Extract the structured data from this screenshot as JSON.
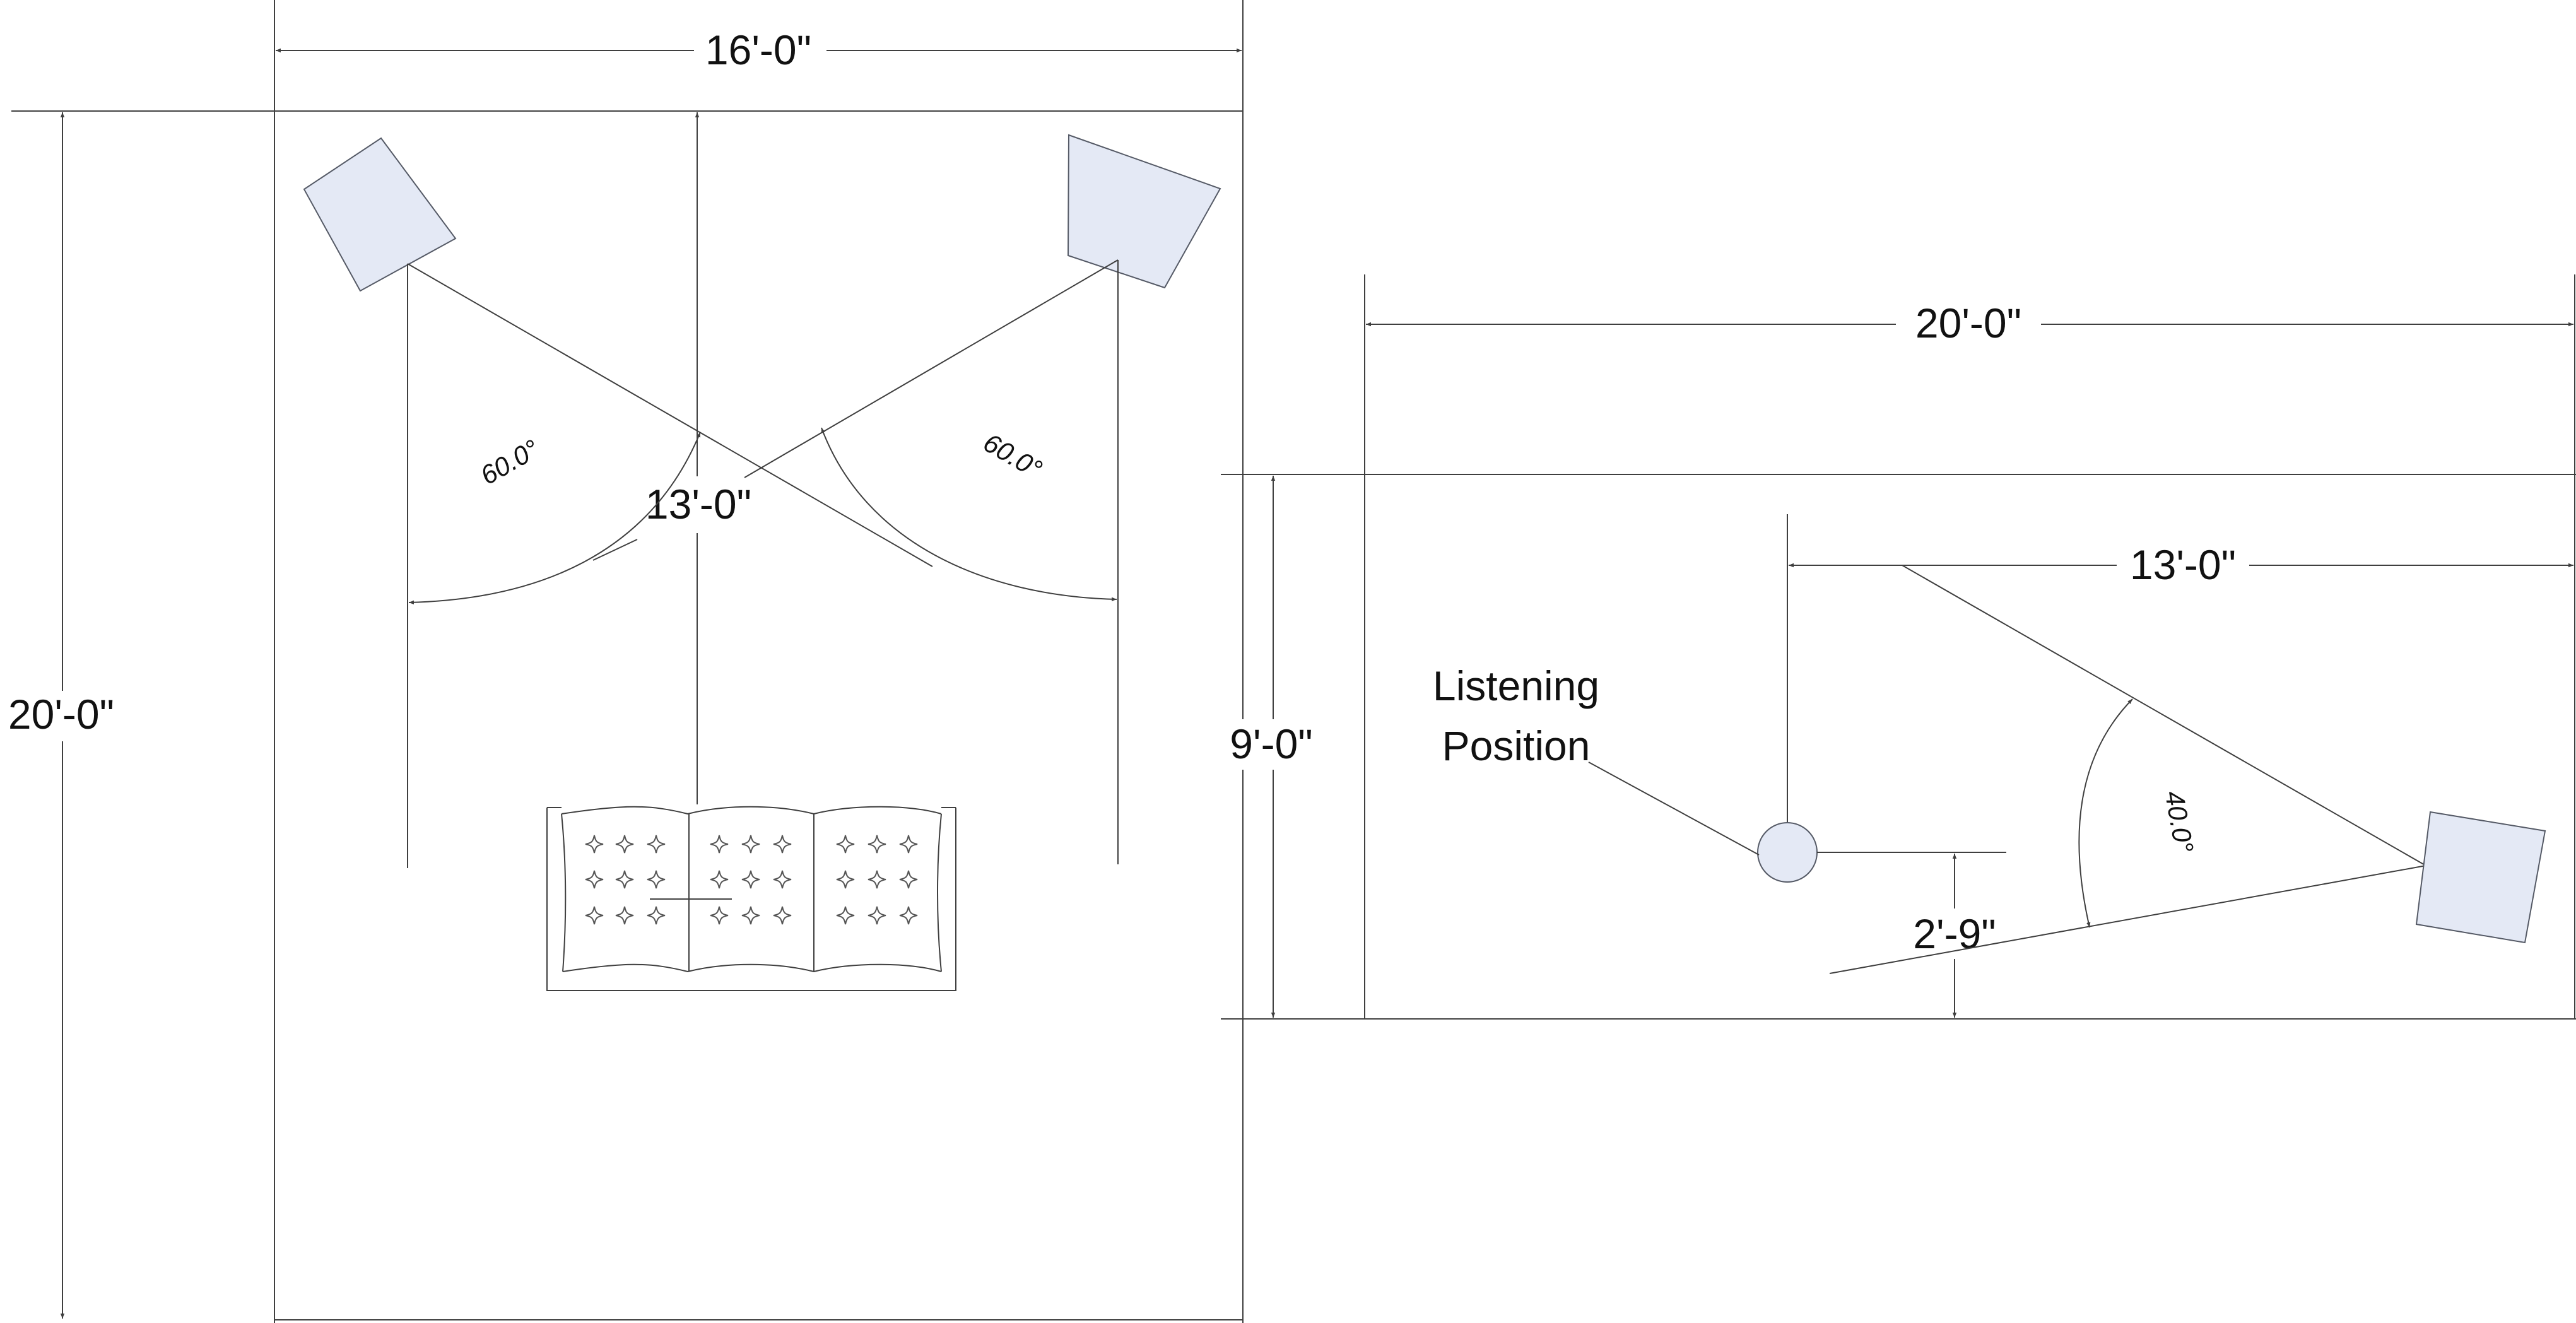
{
  "plan_view": {
    "width_dimension": "16'-0\"",
    "length_dimension": "20'-0\"",
    "listener_distance": "13'-0\"",
    "left_speaker_angle": "60.0°",
    "right_speaker_angle": "60.0°"
  },
  "elevation_view": {
    "length_dimension": "20'-0\"",
    "height_dimension": "9'-0\"",
    "listener_distance": "13'-0\"",
    "ear_height": "2'-9\"",
    "tilt_angle": "40.0°",
    "listening_position_label_line1": "Listening",
    "listening_position_label_line2": "Position"
  },
  "colors": {
    "speaker_fill": "#e4e9f5",
    "line": "#3f3f3f"
  }
}
